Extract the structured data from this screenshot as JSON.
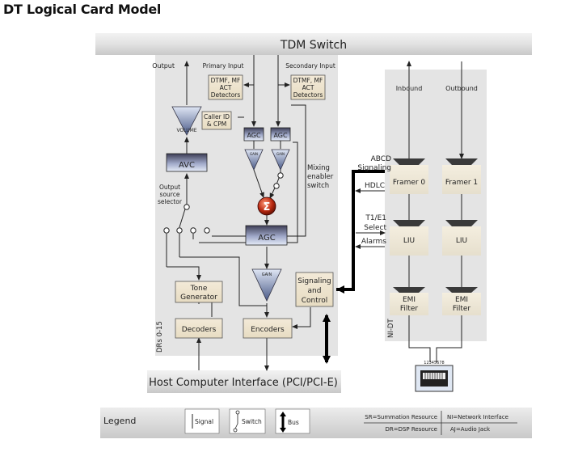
{
  "title": "DT Logical Card Model",
  "tdm_switch": "TDM Switch",
  "host_interface": "Host Computer Interface (PCI/PCI-E)",
  "dsp": {
    "output_label": "Output",
    "primary_input": "Primary Input",
    "secondary_input": "Secondary Input",
    "detectors_left": [
      "DTMF, MF",
      "ACT",
      "Detectors"
    ],
    "detectors_right": [
      "DTMF, MF",
      "ACT",
      "Detectors"
    ],
    "caller_id": [
      "Caller ID",
      "& CPM"
    ],
    "volume": "VOLUME",
    "avc": "AVC",
    "agc_small_1": "AGC",
    "agc_small_2": "AGC",
    "gain_small_1": "GAIN",
    "gain_small_2": "GAIN",
    "summation": "Σ",
    "mixing_switch": [
      "Mixing",
      "enabler",
      "switch"
    ],
    "output_selector": [
      "Output",
      "source",
      "selector"
    ],
    "agc_main": "AGC",
    "gain_main": "GAIN",
    "tone_generator": [
      "Tone",
      "Generator"
    ],
    "decoders": "Decoders",
    "encoders": "Encoders",
    "signaling_control": [
      "Signaling",
      "and",
      "Control"
    ],
    "drs_label": "DRs 0-15"
  },
  "network": {
    "inbound": "Inbound",
    "outbound": "Outbound",
    "framer0": "Framer 0",
    "framer1": "Framer 1",
    "liu1": "LIU",
    "liu2": "LIU",
    "emi1": [
      "EMI",
      "Filter"
    ],
    "emi2": [
      "EMI",
      "Filter"
    ],
    "ni_label": "NI-DT",
    "jack_pins": "12345678"
  },
  "signals": {
    "abcd": [
      "ABCD",
      "Signaling"
    ],
    "hdlc": "HDLC",
    "t1e1": [
      "T1/E1",
      "Select"
    ],
    "alarms": "Alarms"
  },
  "legend": {
    "title": "Legend",
    "signal": "Signal",
    "switch": "Switch",
    "bus": "Bus",
    "sr": "SR=Summation Resource",
    "ni": "NI=Network Interface",
    "dr": "DR=DSP Resource",
    "aj": "AJ=Audio Jack"
  }
}
